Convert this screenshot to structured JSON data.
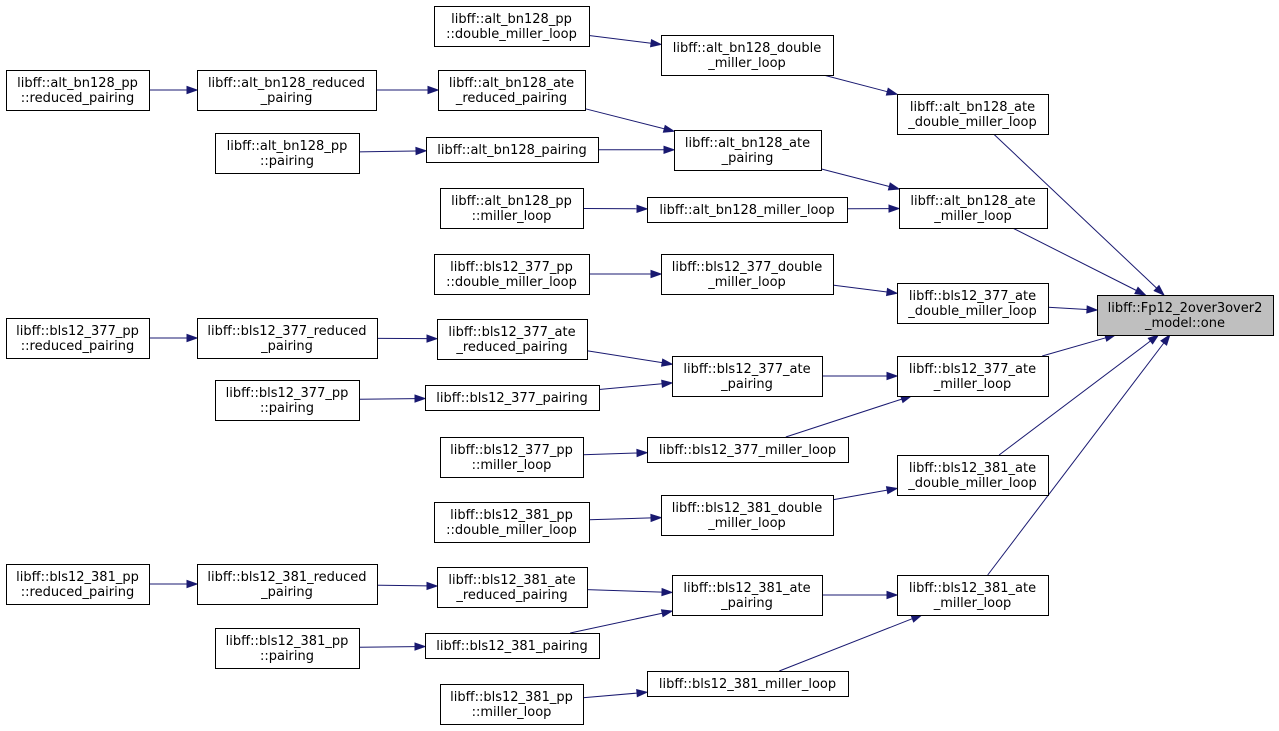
{
  "graph": {
    "title": "",
    "colors": {
      "edge": "#191970",
      "node_fill": "#ffffff",
      "root_fill": "#bfbfbf",
      "border": "#000000"
    },
    "nodes": [
      {
        "id": "root",
        "lines": [
          "libff::Fp12_2over3over2",
          "_model::one"
        ],
        "root": true
      },
      {
        "id": "alt_ate_dml",
        "lines": [
          "libff::alt_bn128_ate",
          "_double_miller_loop"
        ]
      },
      {
        "id": "alt_dml",
        "lines": [
          "libff::alt_bn128_double",
          "_miller_loop"
        ]
      },
      {
        "id": "alt_pp_dml",
        "lines": [
          "libff::alt_bn128_pp",
          "::double_miller_loop"
        ]
      },
      {
        "id": "alt_ate_rp",
        "lines": [
          "libff::alt_bn128_ate",
          "_reduced_pairing"
        ]
      },
      {
        "id": "alt_rp",
        "lines": [
          "libff::alt_bn128_reduced",
          "_pairing"
        ]
      },
      {
        "id": "alt_pp_rp",
        "lines": [
          "libff::alt_bn128_pp",
          "::reduced_pairing"
        ]
      },
      {
        "id": "alt_ate_p",
        "lines": [
          "libff::alt_bn128_ate",
          "_pairing"
        ]
      },
      {
        "id": "alt_p",
        "lines": [
          "libff::alt_bn128_pairing"
        ]
      },
      {
        "id": "alt_pp_p",
        "lines": [
          "libff::alt_bn128_pp",
          "::pairing"
        ]
      },
      {
        "id": "alt_ate_ml",
        "lines": [
          "libff::alt_bn128_ate",
          "_miller_loop"
        ]
      },
      {
        "id": "alt_ml",
        "lines": [
          "libff::alt_bn128_miller_loop"
        ]
      },
      {
        "id": "alt_pp_ml",
        "lines": [
          "libff::alt_bn128_pp",
          "::miller_loop"
        ]
      },
      {
        "id": "b377_ate_dml",
        "lines": [
          "libff::bls12_377_ate",
          "_double_miller_loop"
        ]
      },
      {
        "id": "b377_dml",
        "lines": [
          "libff::bls12_377_double",
          "_miller_loop"
        ]
      },
      {
        "id": "b377_pp_dml",
        "lines": [
          "libff::bls12_377_pp",
          "::double_miller_loop"
        ]
      },
      {
        "id": "b377_ate_ml",
        "lines": [
          "libff::bls12_377_ate",
          "_miller_loop"
        ]
      },
      {
        "id": "b377_ate_p",
        "lines": [
          "libff::bls12_377_ate",
          "_pairing"
        ]
      },
      {
        "id": "b377_ate_rp",
        "lines": [
          "libff::bls12_377_ate",
          "_reduced_pairing"
        ]
      },
      {
        "id": "b377_rp",
        "lines": [
          "libff::bls12_377_reduced",
          "_pairing"
        ]
      },
      {
        "id": "b377_pp_rp",
        "lines": [
          "libff::bls12_377_pp",
          "::reduced_pairing"
        ]
      },
      {
        "id": "b377_p",
        "lines": [
          "libff::bls12_377_pairing"
        ]
      },
      {
        "id": "b377_pp_p",
        "lines": [
          "libff::bls12_377_pp",
          "::pairing"
        ]
      },
      {
        "id": "b377_ml",
        "lines": [
          "libff::bls12_377_miller_loop"
        ]
      },
      {
        "id": "b377_pp_ml",
        "lines": [
          "libff::bls12_377_pp",
          "::miller_loop"
        ]
      },
      {
        "id": "b381_ate_dml",
        "lines": [
          "libff::bls12_381_ate",
          "_double_miller_loop"
        ]
      },
      {
        "id": "b381_dml",
        "lines": [
          "libff::bls12_381_double",
          "_miller_loop"
        ]
      },
      {
        "id": "b381_pp_dml",
        "lines": [
          "libff::bls12_381_pp",
          "::double_miller_loop"
        ]
      },
      {
        "id": "b381_ate_ml",
        "lines": [
          "libff::bls12_381_ate",
          "_miller_loop"
        ]
      },
      {
        "id": "b381_ate_p",
        "lines": [
          "libff::bls12_381_ate",
          "_pairing"
        ]
      },
      {
        "id": "b381_ate_rp",
        "lines": [
          "libff::bls12_381_ate",
          "_reduced_pairing"
        ]
      },
      {
        "id": "b381_rp",
        "lines": [
          "libff::bls12_381_reduced",
          "_pairing"
        ]
      },
      {
        "id": "b381_pp_rp",
        "lines": [
          "libff::bls12_381_pp",
          "::reduced_pairing"
        ]
      },
      {
        "id": "b381_p",
        "lines": [
          "libff::bls12_381_pairing"
        ]
      },
      {
        "id": "b381_pp_p",
        "lines": [
          "libff::bls12_381_pp",
          "::pairing"
        ]
      },
      {
        "id": "b381_ml",
        "lines": [
          "libff::bls12_381_miller_loop"
        ]
      },
      {
        "id": "b381_pp_ml",
        "lines": [
          "libff::bls12_381_pp",
          "::miller_loop"
        ]
      }
    ],
    "edges": [
      {
        "from": "alt_ate_dml",
        "to": "root"
      },
      {
        "from": "alt_ate_ml",
        "to": "root"
      },
      {
        "from": "b377_ate_dml",
        "to": "root"
      },
      {
        "from": "b377_ate_ml",
        "to": "root"
      },
      {
        "from": "b381_ate_dml",
        "to": "root"
      },
      {
        "from": "b381_ate_ml",
        "to": "root"
      },
      {
        "from": "alt_dml",
        "to": "alt_ate_dml"
      },
      {
        "from": "alt_pp_dml",
        "to": "alt_dml"
      },
      {
        "from": "alt_ate_p",
        "to": "alt_ate_ml"
      },
      {
        "from": "alt_ml",
        "to": "alt_ate_ml"
      },
      {
        "from": "alt_ate_rp",
        "to": "alt_ate_p"
      },
      {
        "from": "alt_p",
        "to": "alt_ate_p"
      },
      {
        "from": "alt_rp",
        "to": "alt_ate_rp"
      },
      {
        "from": "alt_pp_rp",
        "to": "alt_rp"
      },
      {
        "from": "alt_pp_p",
        "to": "alt_p"
      },
      {
        "from": "alt_pp_ml",
        "to": "alt_ml"
      },
      {
        "from": "b377_dml",
        "to": "b377_ate_dml"
      },
      {
        "from": "b377_pp_dml",
        "to": "b377_dml"
      },
      {
        "from": "b377_ate_p",
        "to": "b377_ate_ml"
      },
      {
        "from": "b377_ml",
        "to": "b377_ate_ml"
      },
      {
        "from": "b377_ate_rp",
        "to": "b377_ate_p"
      },
      {
        "from": "b377_p",
        "to": "b377_ate_p"
      },
      {
        "from": "b377_rp",
        "to": "b377_ate_rp"
      },
      {
        "from": "b377_pp_rp",
        "to": "b377_rp"
      },
      {
        "from": "b377_pp_p",
        "to": "b377_p"
      },
      {
        "from": "b377_pp_ml",
        "to": "b377_ml"
      },
      {
        "from": "b381_dml",
        "to": "b381_ate_dml"
      },
      {
        "from": "b381_pp_dml",
        "to": "b381_dml"
      },
      {
        "from": "b381_ate_p",
        "to": "b381_ate_ml"
      },
      {
        "from": "b381_ml",
        "to": "b381_ate_ml"
      },
      {
        "from": "b381_ate_rp",
        "to": "b381_ate_p"
      },
      {
        "from": "b381_p",
        "to": "b381_ate_p"
      },
      {
        "from": "b381_rp",
        "to": "b381_ate_rp"
      },
      {
        "from": "b381_pp_rp",
        "to": "b381_rp"
      },
      {
        "from": "b381_pp_p",
        "to": "b381_p"
      },
      {
        "from": "b381_pp_ml",
        "to": "b381_ml"
      }
    ]
  }
}
